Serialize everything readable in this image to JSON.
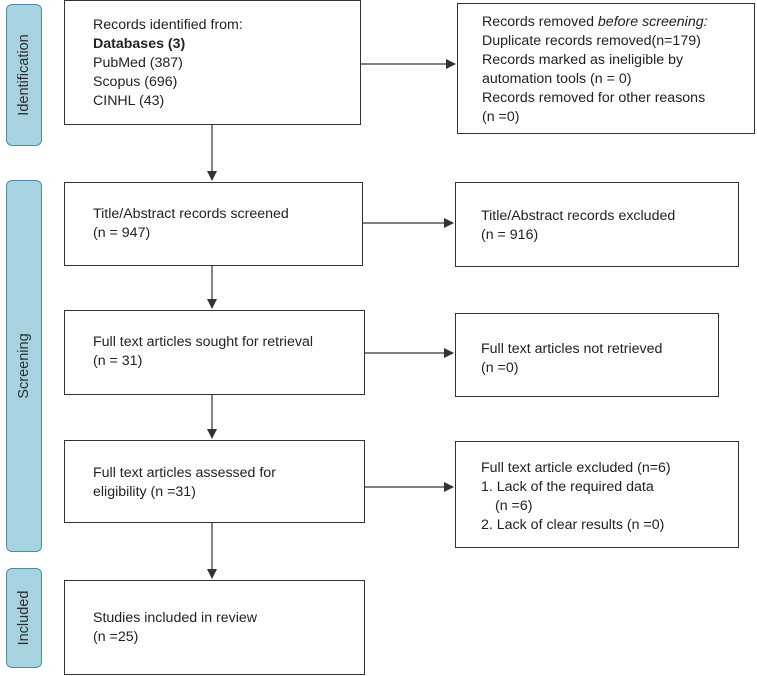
{
  "phases": {
    "identification": "Identification",
    "screening": "Screening",
    "included": "Included"
  },
  "identified": {
    "header": "Records identified from:",
    "databases": "Databases (3)",
    "pubmed": "PubMed (387)",
    "scopus": "Scopus (696)",
    "cinhl": "CINHL (43)"
  },
  "removed": {
    "header_prefix": "Records removed ",
    "header_italic": "before screening:",
    "duplicates": "Duplicate records removed(n=179)",
    "ineligible_1": "Records marked as ineligible by",
    "ineligible_2": "automation tools (n = 0)",
    "other_1": "Records removed for other reasons",
    "other_2": "(n =0)"
  },
  "screened": {
    "label": "Title/Abstract records screened",
    "count": "(n = 947)"
  },
  "excluded_abstract": {
    "label": "Title/Abstract records excluded",
    "count": "(n = 916)"
  },
  "sought": {
    "label": "Full text articles sought for retrieval",
    "count": "(n = 31)"
  },
  "not_retrieved": {
    "label": "Full text articles not retrieved",
    "count": "(n =0)"
  },
  "assessed": {
    "label_1": "Full text articles assessed for",
    "label_2": "eligibility (n =31)"
  },
  "excluded_full": {
    "header": "Full text article excluded (n=6)",
    "reason_1a": "1. Lack of the required data",
    "reason_1b": "(n =6)",
    "reason_2": "2. Lack of clear results (n =0)"
  },
  "included": {
    "label": "Studies included in review",
    "count": "(n =25)"
  },
  "colors": {
    "phase_fill": "#a7d3e0",
    "phase_border": "#4d8ea3",
    "box_border": "#333333",
    "arrow": "#333333"
  }
}
